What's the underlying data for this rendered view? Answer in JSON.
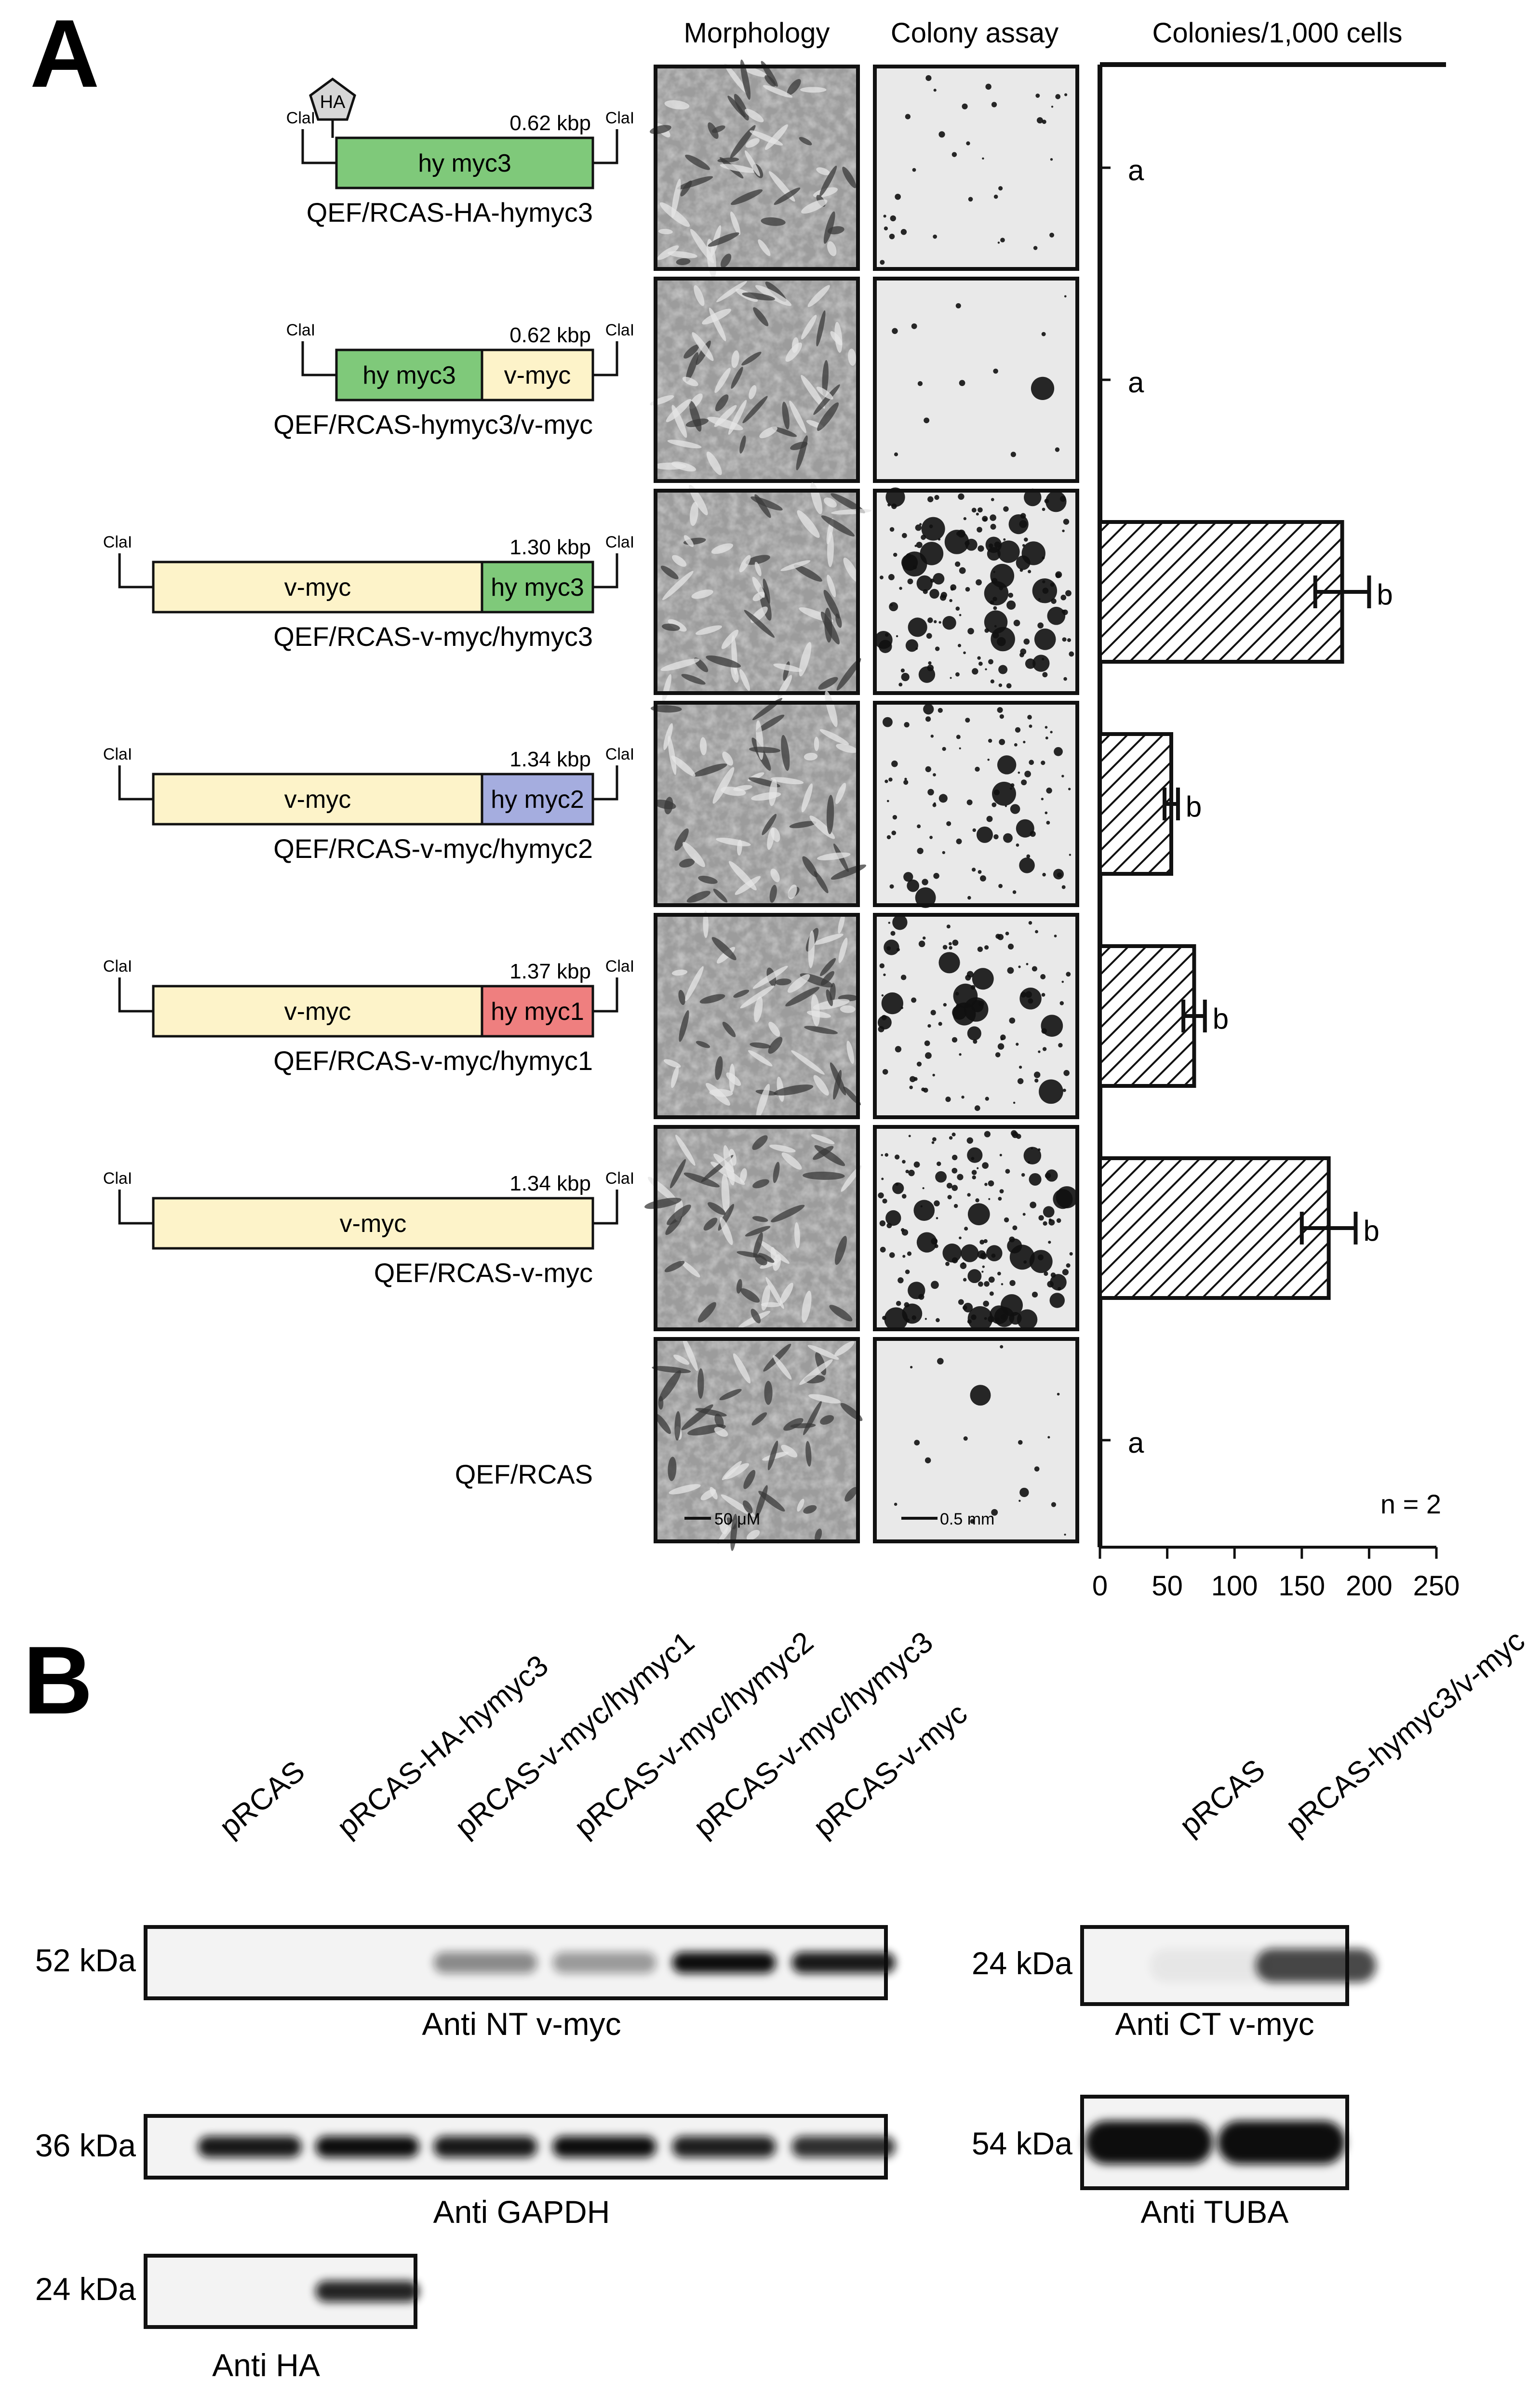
{
  "panel_a": {
    "letter": "A",
    "col_headers": {
      "morphology": "Morphology",
      "colony": "Colony assay",
      "chart": "Colonies/1,000 cells"
    },
    "site_label": "ClaI",
    "constructs": [
      {
        "name": "QEF/RCAS-HA-hymyc3",
        "size": "0.62 kbp",
        "tag": "HA",
        "segments": [
          {
            "label": "hy myc3",
            "color": "#7fc97a"
          }
        ]
      },
      {
        "name": "QEF/RCAS-hymyc3/v-myc",
        "size": "0.62 kbp",
        "segments": [
          {
            "label": "hy myc3",
            "color": "#7fc97a"
          },
          {
            "label": "v-myc",
            "color": "#fdf3c9"
          }
        ]
      },
      {
        "name": "QEF/RCAS-v-myc/hymyc3",
        "size": "1.30 kbp",
        "segments": [
          {
            "label": "v-myc",
            "color": "#fdf3c9"
          },
          {
            "label": "hy myc3",
            "color": "#7fc97a"
          }
        ]
      },
      {
        "name": "QEF/RCAS-v-myc/hymyc2",
        "size": "1.34 kbp",
        "segments": [
          {
            "label": "v-myc",
            "color": "#fdf3c9"
          },
          {
            "label": "hy myc2",
            "color": "#a5addf"
          }
        ]
      },
      {
        "name": "QEF/RCAS-v-myc/hymyc1",
        "size": "1.37 kbp",
        "segments": [
          {
            "label": "v-myc",
            "color": "#fdf3c9"
          },
          {
            "label": "hy myc1",
            "color": "#ef7f7f"
          }
        ]
      },
      {
        "name": "QEF/RCAS-v-myc",
        "size": "1.34 kbp",
        "segments": [
          {
            "label": "v-myc",
            "color": "#fdf3c9"
          }
        ]
      },
      {
        "name": "QEF/RCAS",
        "size": "",
        "segments": []
      }
    ],
    "scale_bars": {
      "morphology": "50 μM",
      "colony": "0.5 mm"
    },
    "n_label": "n = 2"
  },
  "chart_data": {
    "type": "bar",
    "orientation": "horizontal",
    "title": "Colonies/1,000 cells",
    "categories": [
      "QEF/RCAS-HA-hymyc3",
      "QEF/RCAS-hymyc3/v-myc",
      "QEF/RCAS-v-myc/hymyc3",
      "QEF/RCAS-v-myc/hymyc2",
      "QEF/RCAS-v-myc/hymyc1",
      "QEF/RCAS-v-myc",
      "QEF/RCAS"
    ],
    "values": [
      0,
      0,
      180,
      53,
      70,
      170,
      0
    ],
    "errors": [
      0,
      0,
      20,
      5,
      8,
      20,
      0
    ],
    "significance": [
      "a",
      "a",
      "b",
      "b",
      "b",
      "b",
      "a"
    ],
    "xlim": [
      0,
      250
    ],
    "xticks": [
      0,
      50,
      100,
      150,
      200,
      250
    ],
    "fill": "diagonal-hatch"
  },
  "panel_b": {
    "letter": "B",
    "left_lanes": [
      "pRCAS",
      "pRCAS-HA-hymyc3",
      "pRCAS-v-myc/hymyc1",
      "pRCAS-v-myc/hymyc2",
      "pRCAS-v-myc/hymyc3",
      "pRCAS-v-myc"
    ],
    "right_lanes": [
      "pRCAS",
      "pRCAS-hymyc3/v-myc"
    ],
    "blots": [
      {
        "kda": "52 kDa",
        "antibody": "Anti NT v-myc",
        "intensity": [
          0,
          0,
          0.45,
          0.38,
          1.0,
          0.95
        ]
      },
      {
        "kda": "36 kDa",
        "antibody": "Anti GAPDH",
        "intensity": [
          0.95,
          1.0,
          0.95,
          1.0,
          0.92,
          0.85
        ]
      },
      {
        "kda": "24 kDa",
        "antibody": "Anti HA",
        "intensity": [
          0,
          0.9
        ]
      },
      {
        "kda": "24 kDa",
        "antibody": "Anti CT v-myc",
        "intensity": [
          0.05,
          0.75
        ]
      },
      {
        "kda": "54 kDa",
        "antibody": "Anti TUBA",
        "intensity": [
          1.0,
          1.0
        ]
      }
    ]
  }
}
